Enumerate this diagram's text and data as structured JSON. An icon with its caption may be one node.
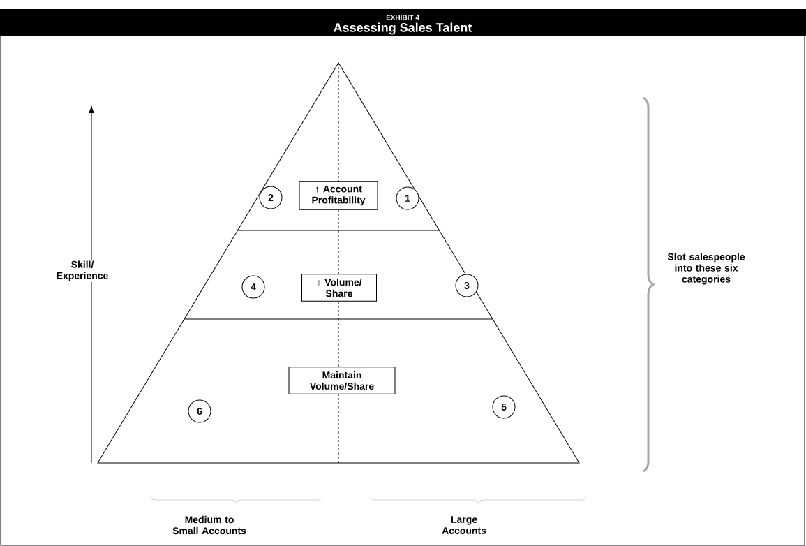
{
  "diagram": {
    "title": "Assessing Sales Talent",
    "nodes": [
      {
        "text": [
          "↑ Account Profitability"
        ]
      },
      {
        "text": [
          "2"
        ]
      },
      {
        "text": [
          "1"
        ]
      },
      {
        "text": [
          "↑ Volume/ Share"
        ]
      },
      {
        "text": [
          "4"
        ]
      },
      {
        "text": [
          "3"
        ]
      },
      {
        "text": [
          "Maintain Volume/Share"
        ]
      },
      {
        "text": [
          "6"
        ]
      },
      {
        "text": [
          "5"
        ]
      }
    ],
    "labels": [
      "EXHIBIT 4",
      "Skill/ Experience",
      "Slot salespeople into these six categories",
      "Medium to Small Accounts",
      "Large Accounts"
    ]
  }
}
